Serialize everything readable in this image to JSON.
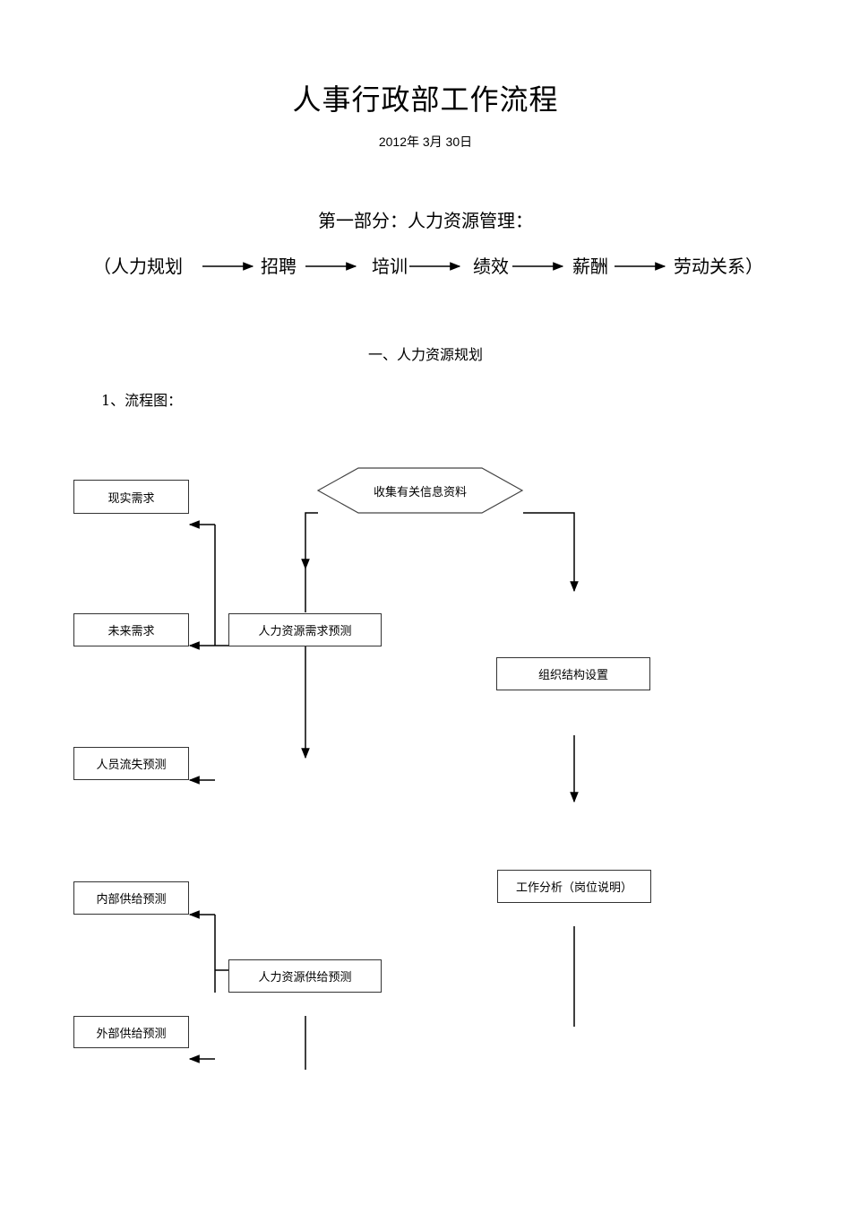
{
  "title": "人事行政部工作流程",
  "date": "2012年 3月 30日",
  "part": {
    "title": "第一部分：人力资源管理：",
    "flow": [
      "（人力规划",
      "招聘",
      "培训",
      "绩效",
      "薪酬",
      "劳动关系）"
    ]
  },
  "section": {
    "title": "一、人力资源规划",
    "subtitle": "1、流程图："
  },
  "diagram": {
    "collect": "收集有关信息资料",
    "current_demand": "现实需求",
    "future_demand": "未来需求",
    "demand_forecast": "人力资源需求预测",
    "attrition_forecast": "人员流失预测",
    "org_structure": "组织结构设置",
    "job_analysis": "工作分析（岗位说明）",
    "internal_supply": "内部供给预测",
    "supply_forecast": "人力资源供给预测",
    "external_supply": "外部供给预测"
  }
}
